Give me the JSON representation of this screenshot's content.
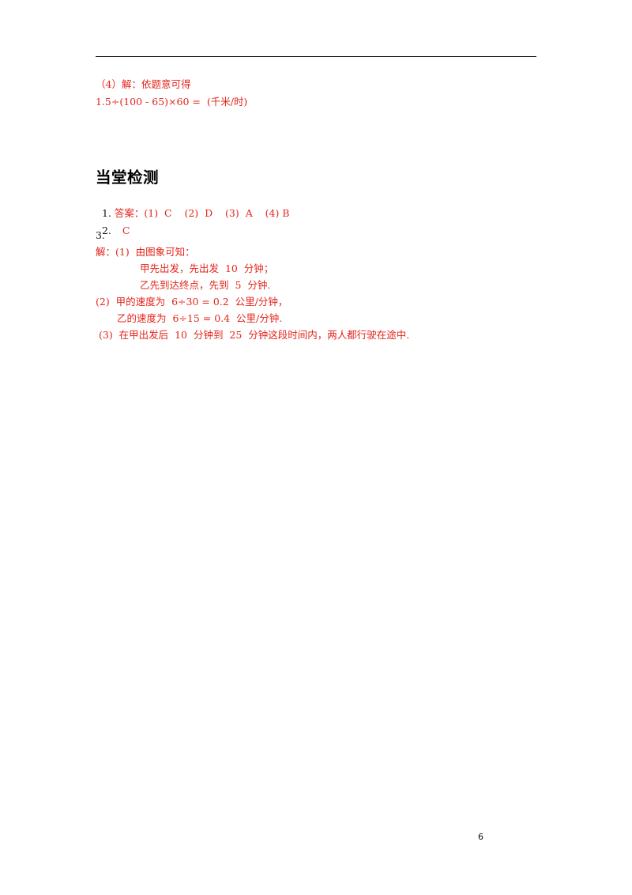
{
  "section4": {
    "line1": "（4）解：依题意可得",
    "line2": "1.5÷(100 - 65)×60 =  (千米/时)"
  },
  "heading": "当堂检测",
  "answers": {
    "q1_label": "1. ",
    "q1_text": "答案：(1)  C    (2)  D    (3)  A    (4) B",
    "q2_label": "2.",
    "q2_text": "C",
    "q3_label": "3.",
    "q3_line1": "解：(1)  由图象可知：",
    "q3_line2": "甲先出发，先出发  10  分钟；",
    "q3_line3": "乙先到达终点，先到  5  分钟.",
    "q3_line4": "(2)  甲的速度为  6÷30 = 0.2  公里/分钟，",
    "q3_line5": "乙的速度为  6÷15 = 0.4  公里/分钟.",
    "q3_line6": "(3)  在甲出发后  10  分钟到  25  分钟这段时间内，两人都行驶在途中."
  },
  "page_number": "6"
}
